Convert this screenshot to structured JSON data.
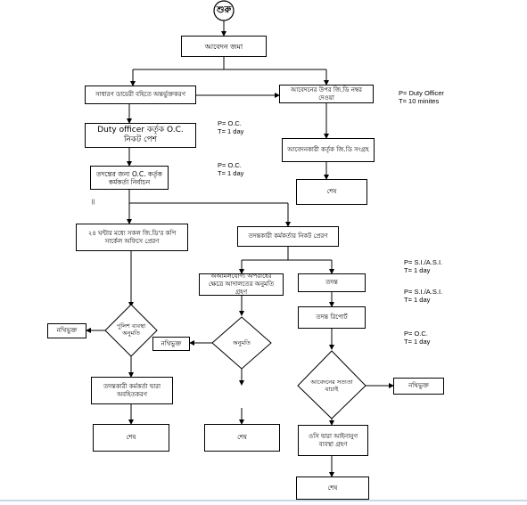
{
  "start": "শুরু",
  "boxes": {
    "submit": "আবেদন জমা",
    "gd_entry": "সাধারণ ডায়েরী বহিতে অন্তর্ভুক্তকরণ",
    "gd_number": "আবেদনের উপর জি.ডি নম্বর দেওয়া",
    "duty_officer": "Duty officer কর্তৃক O.C. নিকট পেশ",
    "applicant_gd": "আবেদনকারী কর্তৃক জি.ডি সংগ্রহ",
    "oc_select": "তদন্তের জন্য O.C. কর্তৃক কর্মকর্তা নির্বাচন",
    "end1": "শেষ",
    "send_copies": "২৪ ঘন্টার মধ্যে সকল জি.ডি'র কপি সার্কেল অফিসে প্রেরণ",
    "send_officer": "তদন্তকারী কর্মকর্তার নিকট প্রেরণ",
    "court_permission": "অআমলযোগ্য অপরাধের ক্ষেত্রে আদালতের অনুমতি গ্রহণ",
    "investigation": "তদন্ত",
    "report": "তদন্ত রিপোর্ট",
    "inform_officer": "তদন্তকারী কর্মকর্তা দ্বারা অবহিতকরণ",
    "end2": "শেষ",
    "end3": "শেষ",
    "legal_action": "ওসি দ্বারা আইনানুগ ব্যবস্থা গ্রহণ",
    "end4": "শেষ",
    "disposed1": "নথিভুক্ত",
    "disposed2": "নথিভুক্ত",
    "disposed3": "নথিভুক্ত"
  },
  "decisions": {
    "police_action": "পুলিশ ব্যবস্থা অনুমতি",
    "permission": "অনুমতি",
    "verify": "আবেদনের সত্যতা যাচাই"
  },
  "notes": {
    "n1_p": "P= Duty Officer",
    "n1_t": "T= 10 minites",
    "n2_p": "P= O.C.",
    "n2_t": "T= 1 day",
    "n3_p": "P= O.C.",
    "n3_t": "T= 1 day",
    "n4_p": "P= S.I./A.S.I.",
    "n4_t": "T= 1 day",
    "n5_p": "P= S.I./A.S.I.",
    "n5_t": "T= 1 day",
    "n6_p": "P= O.C.",
    "n6_t": "T= 1 day"
  },
  "stray_mark": "||"
}
